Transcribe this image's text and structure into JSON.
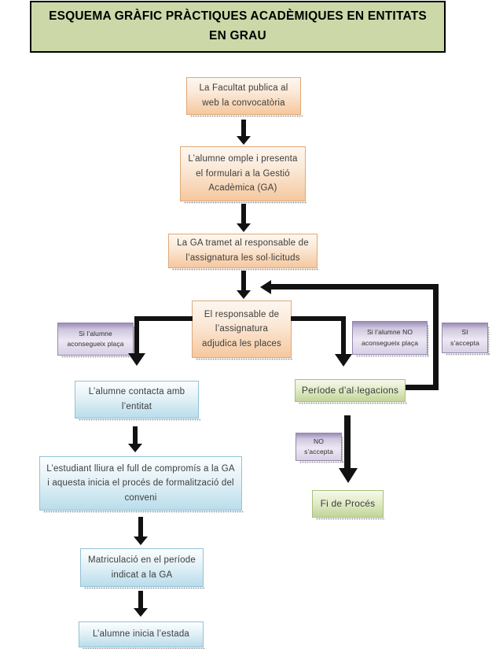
{
  "title": {
    "line1": "ESQUEMA GRÀFIC PRÀCTIQUES ACADÈMIQUES EN ENTITATS",
    "line2": "EN GRAU"
  },
  "nodes": {
    "publica": {
      "text": "La Facultat publica al web la convocatòria"
    },
    "omple": {
      "text": "L’alumne omple i presenta el formulari a la Gestió Acadèmica (GA)"
    },
    "tramet": {
      "text": "La GA tramet al responsable de l’assignatura les sol·licituds"
    },
    "adjudica": {
      "text": "El responsable de l’assignatura adjudica les places"
    },
    "si_placa": {
      "text": "Si l’alumne aconsegueix plaça"
    },
    "no_placa": {
      "text": "Si l’alumne NO aconsegueix plaça"
    },
    "si_accepta": {
      "text": "SI s’accepta"
    },
    "no_accepta": {
      "text": "NO s’accepta"
    },
    "contacta": {
      "text": "L’alumne contacta amb l’entitat"
    },
    "allegacions": {
      "text": "Període d’al·legacions"
    },
    "compromis": {
      "text": "L’estudiant lliura el full de compromís a la GA i aquesta inicia el procés de formalització del conveni"
    },
    "matriculacio": {
      "text": "Matriculació en el període indicat a la GA"
    },
    "estada": {
      "text": "L’alumne inicia l’estada"
    },
    "fi": {
      "text": "Fi de Procés"
    }
  },
  "colors": {
    "title_bg": "#ccd8a8",
    "process_top": "#fdf7f0",
    "process_bottom": "#f5c89e",
    "condition_top": "#9a8db6",
    "condition_bottom": "#d8d0e5",
    "student_top": "#fcfeff",
    "student_bottom": "#b9ddeb",
    "end_top": "#f5f9ea",
    "end_bottom": "#c3d59a",
    "connector": "#121212"
  }
}
